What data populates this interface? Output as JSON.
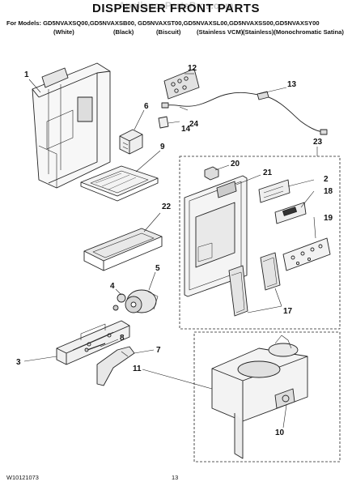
{
  "header": {
    "watermark": "AppliancePartsPros.com",
    "title": "DISPENSER FRONT PARTS",
    "models_line": "For Models: GD5NVAXSQ00,GD5NVAXSB00, GD5NVAXST00,GD5NVAXSL00,GD5NVAXSS00,GD5NVAXSY00",
    "colors": [
      "(White)",
      "(Black)",
      "(Biscuit)",
      "(Stainless VCM)",
      "(Stainless)(Monochromatic Satina)"
    ]
  },
  "callouts": [
    "1",
    "2",
    "3",
    "4",
    "5",
    "6",
    "7",
    "8",
    "9",
    "10",
    "11",
    "12",
    "13",
    "14",
    "17",
    "18",
    "19",
    "20",
    "21",
    "22",
    "23",
    "24"
  ],
  "footer": {
    "doc_number": "W10121073",
    "page_number": "13"
  }
}
